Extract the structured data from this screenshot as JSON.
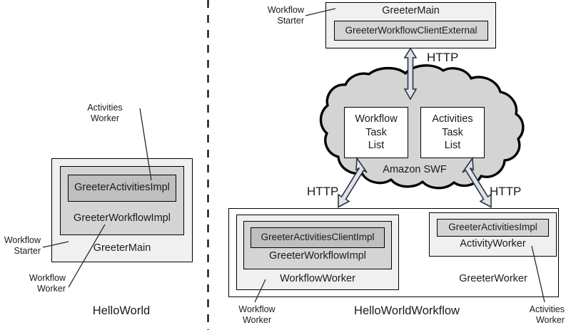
{
  "divider": {
    "orientation": "vertical-dashed"
  },
  "left_panel": {
    "caption": "HelloWorld",
    "outer_box": {
      "label": "GreeterMain"
    },
    "middle_box": {
      "label": "GreeterWorkflowImpl"
    },
    "inner_box": {
      "label": "GreeterActivitiesImpl"
    },
    "callouts": {
      "activities_worker": "Activities\nWorker",
      "activities_worker_line1": "Activities",
      "activities_worker_line2": "Worker",
      "workflow_starter_line1": "Workflow",
      "workflow_starter_line2": "Starter",
      "workflow_worker_line1": "Workflow",
      "workflow_worker_line2": "Worker"
    }
  },
  "right_panel": {
    "caption": "HelloWorldWorkflow",
    "top_box": {
      "label": "GreeterMain"
    },
    "top_inner_box": {
      "label": "GreeterWorkflowClientExternal"
    },
    "top_callout": {
      "line1": "Workflow",
      "line2": "Starter"
    },
    "cloud": {
      "caption": "Amazon SWF",
      "task_lists": [
        {
          "line1": "Workflow",
          "line2": "Task",
          "line3": "List"
        },
        {
          "line1": "Activities",
          "line2": "Task",
          "line3": "List"
        }
      ]
    },
    "http_labels": [
      "HTTP",
      "HTTP",
      "HTTP"
    ],
    "outer_box": {
      "label": "HelloWorldWorkflow"
    },
    "workflow_worker_box": {
      "label": "WorkflowWorker"
    },
    "workflow_impl_box": {
      "label": "GreeterWorkflowImpl"
    },
    "activities_client_box": {
      "label": "GreeterActivitiesClientImpl"
    },
    "greeter_worker_box": {
      "label": "GreeterWorker"
    },
    "activity_worker_box": {
      "label": "ActivityWorker"
    },
    "activities_impl_box": {
      "label": "GreeterActivitiesImpl"
    },
    "callouts": {
      "workflow_worker_line1": "Workflow",
      "workflow_worker_line2": "Worker",
      "activities_worker_line1": "Activities",
      "activities_worker_line2": "Worker"
    }
  },
  "colors": {
    "stroke": "#000000",
    "fill_light": "#f0f0f0",
    "fill_mid": "#d4d4d4",
    "fill_dark": "#bfbfbf",
    "cloud_fill": "#d4d4d4",
    "arrow_fill": "#dde3ee",
    "arrow_stroke": "#33393f",
    "text": "#1a1a1a"
  }
}
